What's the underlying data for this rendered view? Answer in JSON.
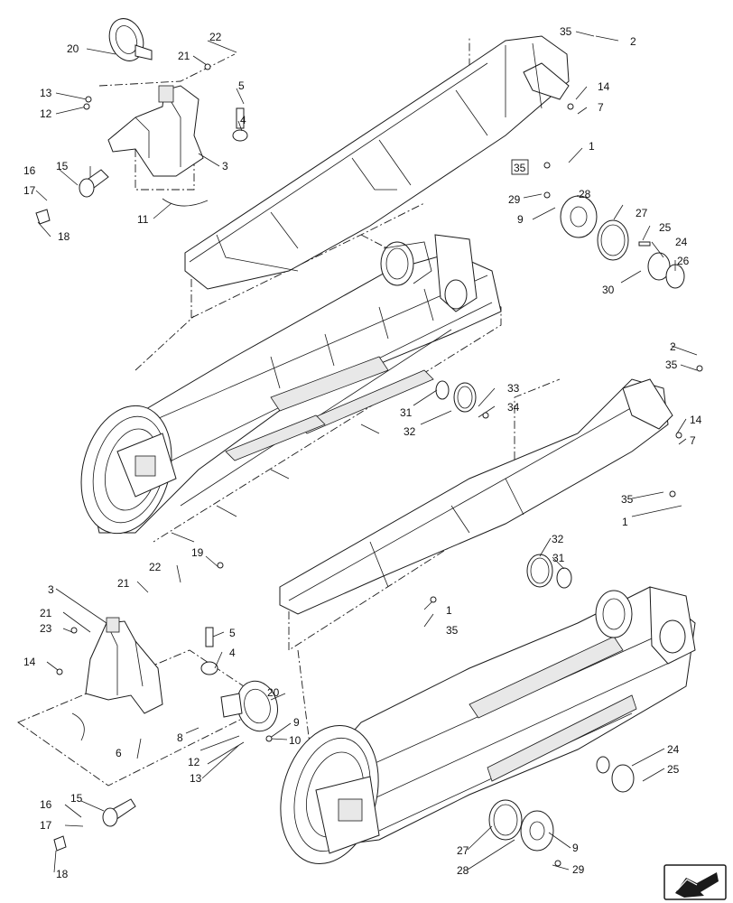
{
  "callouts": [
    {
      "id": "c20a",
      "text": "20"
    },
    {
      "id": "c22a",
      "text": "22"
    },
    {
      "id": "c21a",
      "text": "21"
    },
    {
      "id": "c13a",
      "text": "13"
    },
    {
      "id": "c12a",
      "text": "12"
    },
    {
      "id": "c5a",
      "text": "5"
    },
    {
      "id": "c4a",
      "text": "4"
    },
    {
      "id": "c3a",
      "text": "3"
    },
    {
      "id": "c16a",
      "text": "16"
    },
    {
      "id": "c15a",
      "text": "15"
    },
    {
      "id": "c17a",
      "text": "17"
    },
    {
      "id": "c18a",
      "text": "18"
    },
    {
      "id": "c11a",
      "text": "11"
    },
    {
      "id": "c35a",
      "text": "35"
    },
    {
      "id": "c2a",
      "text": "2"
    },
    {
      "id": "c14a",
      "text": "14"
    },
    {
      "id": "c7a",
      "text": "7"
    },
    {
      "id": "c1a",
      "text": "1"
    },
    {
      "id": "c35box",
      "text": "35"
    },
    {
      "id": "c29a",
      "text": "29"
    },
    {
      "id": "c28a",
      "text": "28"
    },
    {
      "id": "c9a",
      "text": "9"
    },
    {
      "id": "c27a",
      "text": "27"
    },
    {
      "id": "c25a",
      "text": "25"
    },
    {
      "id": "c24a",
      "text": "24"
    },
    {
      "id": "c26a",
      "text": "26"
    },
    {
      "id": "c30a",
      "text": "30"
    },
    {
      "id": "c2b",
      "text": "2"
    },
    {
      "id": "c35b",
      "text": "35"
    },
    {
      "id": "c33a",
      "text": "33"
    },
    {
      "id": "c31a",
      "text": "31"
    },
    {
      "id": "c34a",
      "text": "34"
    },
    {
      "id": "c32a",
      "text": "32"
    },
    {
      "id": "c14b",
      "text": "14"
    },
    {
      "id": "c7b",
      "text": "7"
    },
    {
      "id": "c35c",
      "text": "35"
    },
    {
      "id": "c1b",
      "text": "1"
    },
    {
      "id": "c19a",
      "text": "19"
    },
    {
      "id": "c22b",
      "text": "22"
    },
    {
      "id": "c21b",
      "text": "21"
    },
    {
      "id": "c32b",
      "text": "32"
    },
    {
      "id": "c31b",
      "text": "31"
    },
    {
      "id": "c3b",
      "text": "3"
    },
    {
      "id": "c21c",
      "text": "21"
    },
    {
      "id": "c1c",
      "text": "1"
    },
    {
      "id": "c23a",
      "text": "23"
    },
    {
      "id": "c5b",
      "text": "5"
    },
    {
      "id": "c35d",
      "text": "35"
    },
    {
      "id": "c14c",
      "text": "14"
    },
    {
      "id": "c4b",
      "text": "4"
    },
    {
      "id": "c20b",
      "text": "20"
    },
    {
      "id": "c9b",
      "text": "9"
    },
    {
      "id": "c8a",
      "text": "8"
    },
    {
      "id": "c10a",
      "text": "10"
    },
    {
      "id": "c12b",
      "text": "12"
    },
    {
      "id": "c6a",
      "text": "6"
    },
    {
      "id": "c13b",
      "text": "13"
    },
    {
      "id": "c24b",
      "text": "24"
    },
    {
      "id": "c25b",
      "text": "25"
    },
    {
      "id": "c15b",
      "text": "15"
    },
    {
      "id": "c16b",
      "text": "16"
    },
    {
      "id": "c17b",
      "text": "17"
    },
    {
      "id": "c27b",
      "text": "27"
    },
    {
      "id": "c9c",
      "text": "9"
    },
    {
      "id": "c18b",
      "text": "18"
    },
    {
      "id": "c28b",
      "text": "28"
    },
    {
      "id": "c29b",
      "text": "29"
    }
  ],
  "corner_icon": "navigation-arrow-icon"
}
